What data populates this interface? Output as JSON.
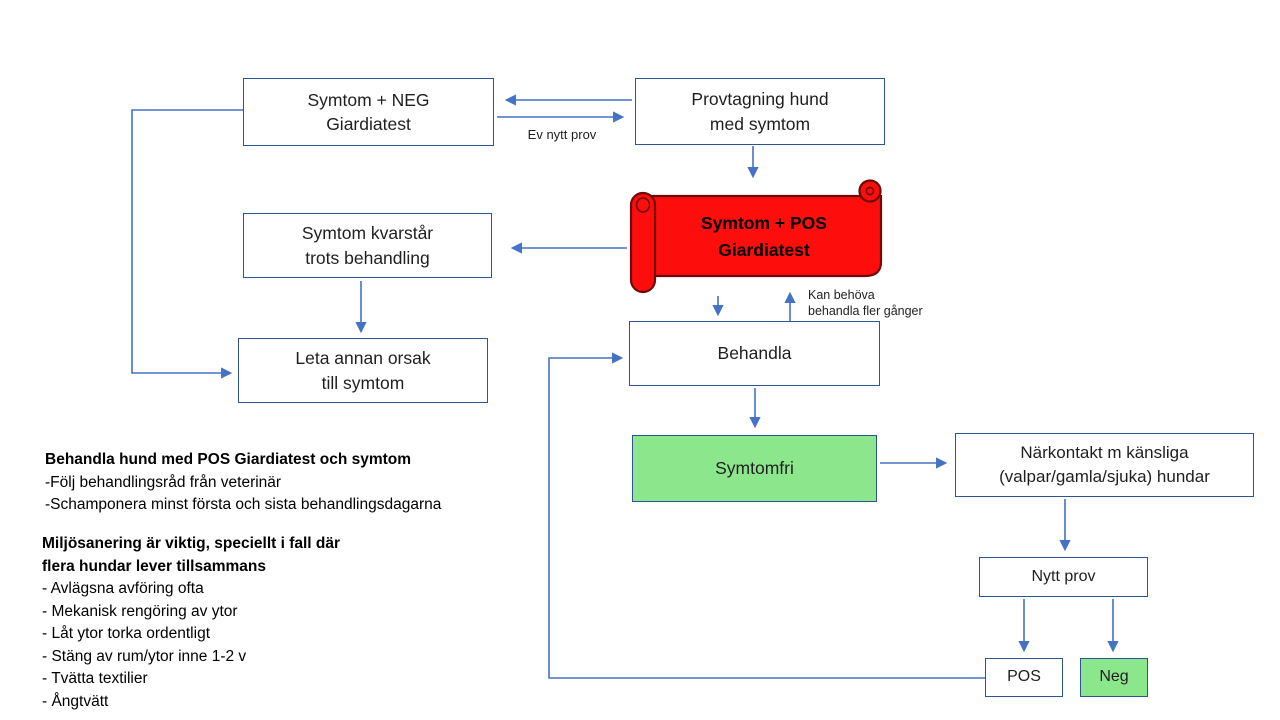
{
  "colors": {
    "connector_blue": "#4472C4",
    "box_border_blue": "#2F5496",
    "scroll_red_fill": "#FE0D0D",
    "scroll_red_border": "#6E0A0A",
    "green_fill": "#8CE78C",
    "text": "#1F1F1F"
  },
  "nodes": {
    "provtagning": {
      "line1": "Provtagning hund",
      "line2": "med symtom"
    },
    "symtom_neg": {
      "line1": "Symtom + NEG",
      "line2": "Giardiatest"
    },
    "symtom_pos": {
      "line1": "Symtom + POS",
      "line2": "Giardiatest"
    },
    "kvarstar": {
      "line1": "Symtom kvarstår",
      "line2": "trots behandling"
    },
    "leta_orsak": {
      "line1": "Leta annan orsak",
      "line2": "till symtom"
    },
    "behandla": {
      "label": "Behandla"
    },
    "symtomfri": {
      "label": "Symtomfri"
    },
    "narkontakt": {
      "line1": "Närkontakt m känsliga",
      "line2": "(valpar/gamla/sjuka) hundar"
    },
    "nytt_prov": {
      "label": "Nytt prov"
    },
    "pos_result": {
      "label": "POS"
    },
    "neg_result": {
      "label": "Neg"
    }
  },
  "edge_labels": {
    "ev_nytt_prov": "Ev nytt prov",
    "kan_behova_line1": "Kan behöva",
    "kan_behova_line2": "behandla fler gånger"
  },
  "notes": {
    "treatment": {
      "title": "Behandla hund med POS Giardiatest och symtom",
      "items": [
        "-Följ behandlingsråd från veterinär",
        "-Schamponera minst första och sista behandlingsdagarna"
      ]
    },
    "sanitation": {
      "title_line1": "Miljösanering är viktig, speciellt i fall där",
      "title_line2": "flera hundar lever tillsammans",
      "items": [
        "- Avlägsna avföring ofta",
        "- Mekanisk rengöring av ytor",
        "- Låt ytor torka ordentligt",
        "- Stäng av rum/ytor inne 1-2 v",
        "- Tvätta textilier",
        "- Ångtvätt"
      ]
    }
  }
}
